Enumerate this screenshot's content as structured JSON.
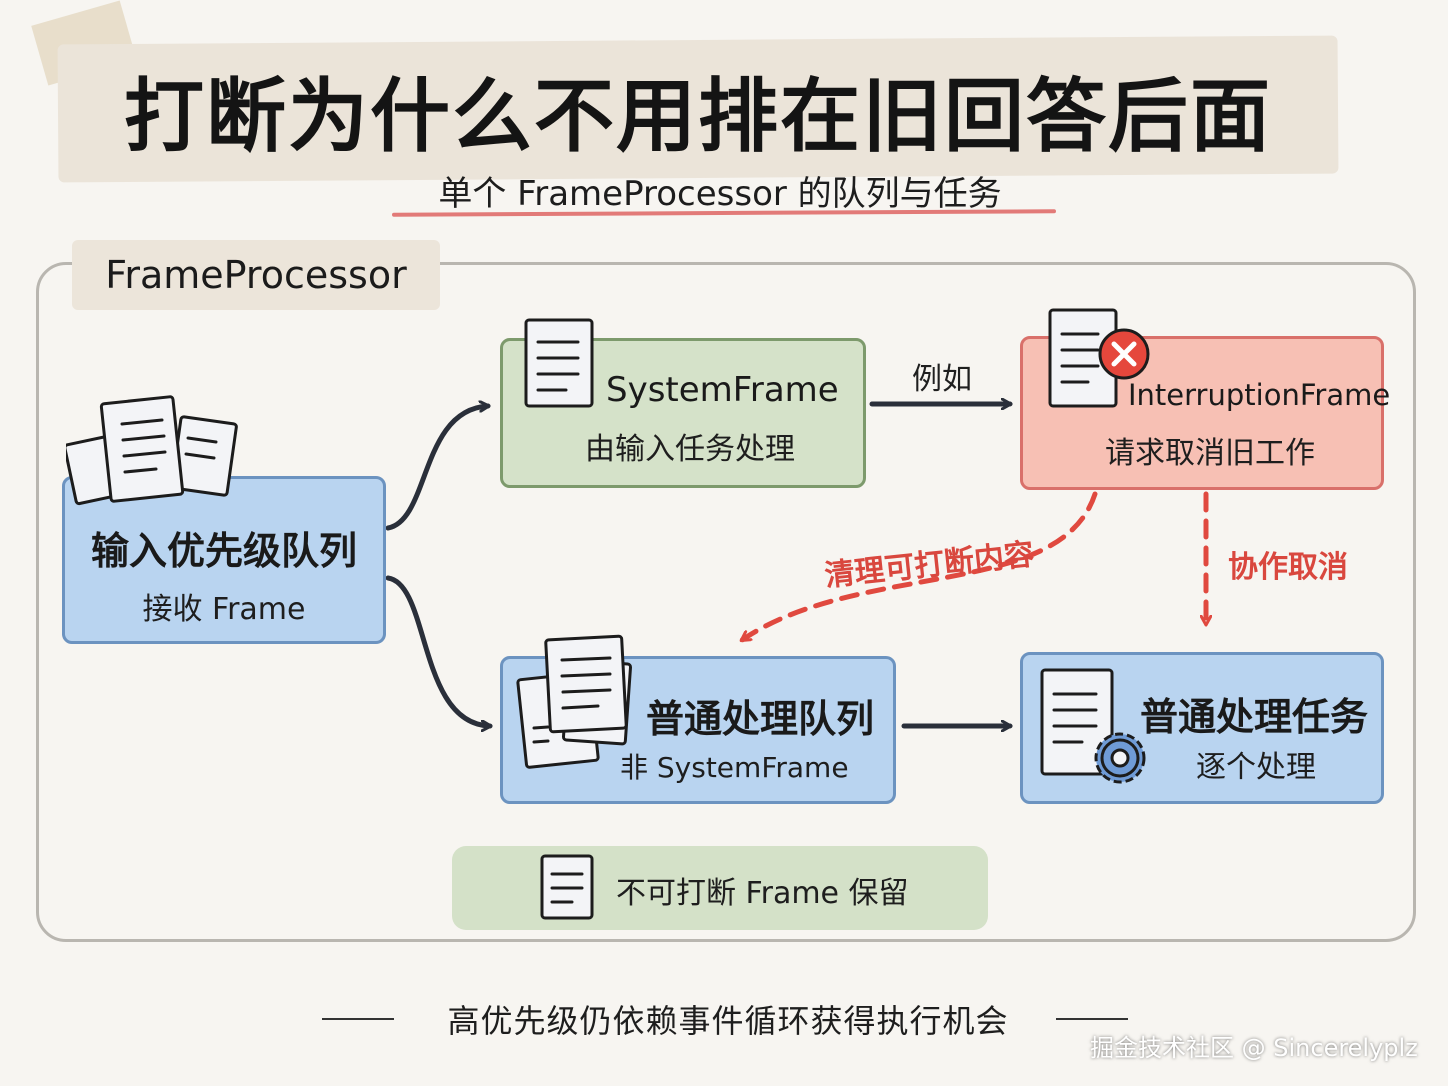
{
  "title": "打断为什么不用排在旧回答后面",
  "subtitle": "单个 FrameProcessor 的队列与任务",
  "container_label": "FrameProcessor",
  "nodes": {
    "input_queue": {
      "title": "输入优先级队列",
      "sub": "接收 Frame"
    },
    "system_frame": {
      "title": "SystemFrame",
      "sub": "由输入任务处理"
    },
    "interruption_frame": {
      "title": "InterruptionFrame",
      "sub": "请求取消旧工作"
    },
    "normal_queue": {
      "title": "普通处理队列",
      "sub": "非 SystemFrame"
    },
    "normal_task": {
      "title": "普通处理任务",
      "sub": "逐个处理"
    }
  },
  "edge_labels": {
    "example": "例如",
    "clear_interruptible": "清理可打断内容",
    "cooperative_cancel": "协作取消"
  },
  "keep_note": "不可打断 Frame 保留",
  "footer": "高优先级仍依赖事件循环获得执行机会",
  "watermark": "掘金技术社区 @ Sincerelyplz",
  "colors": {
    "blue": "#b9d4f0",
    "green": "#d5e2c9",
    "red": "#f7c0b4",
    "accent_red": "#d9473e"
  }
}
